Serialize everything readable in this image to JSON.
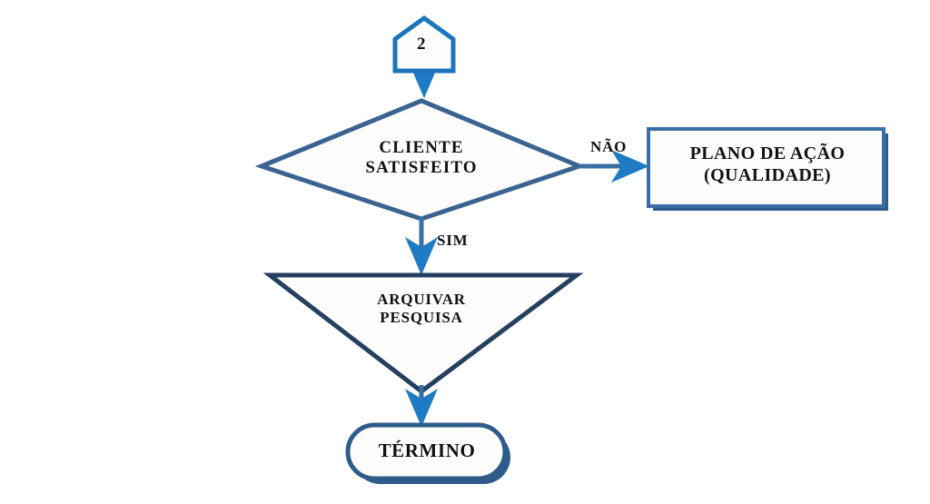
{
  "diagram": {
    "type": "flowchart",
    "title": "",
    "language": "pt-BR",
    "colors": {
      "connector_stroke": "#1B75BB",
      "arrow_stroke": "#1F7BC4",
      "decision_stroke": "#3A6391",
      "process_stroke": "#3A6FA5",
      "process_shadow": "#2E5C8A",
      "triangle_stroke": "#243F60",
      "terminal_stroke": "#2E5C8A",
      "node_fill": "#FDFDFB",
      "text": "#111111",
      "background": "#FFFFFF"
    },
    "nodes": [
      {
        "id": "connector-2",
        "shape": "pentagon-connector",
        "label": "2"
      },
      {
        "id": "decision-cliente-satisfeito",
        "shape": "diamond",
        "label": "CLIENTE\nSATISFEITO"
      },
      {
        "id": "process-plano-de-acao",
        "shape": "rectangle",
        "label": "PLANO DE AÇÃO\n(QUALIDADE)"
      },
      {
        "id": "manual-arquivar-pesquisa",
        "shape": "inverted-triangle",
        "label": "ARQUIVAR\nPESQUISA"
      },
      {
        "id": "terminal-termino",
        "shape": "stadium",
        "label": "TÉRMINO"
      }
    ],
    "edges": [
      {
        "id": "edge-connector-to-decision",
        "from": "connector-2",
        "to": "decision-cliente-satisfeito",
        "label": "",
        "direction": "down"
      },
      {
        "id": "edge-decision-nao",
        "from": "decision-cliente-satisfeito",
        "to": "process-plano-de-acao",
        "label": "NÃO",
        "direction": "right"
      },
      {
        "id": "edge-decision-sim",
        "from": "decision-cliente-satisfeito",
        "to": "manual-arquivar-pesquisa",
        "label": "SIM",
        "direction": "down"
      },
      {
        "id": "edge-arquivar-to-termino",
        "from": "manual-arquivar-pesquisa",
        "to": "terminal-termino",
        "label": "",
        "direction": "down"
      }
    ]
  }
}
